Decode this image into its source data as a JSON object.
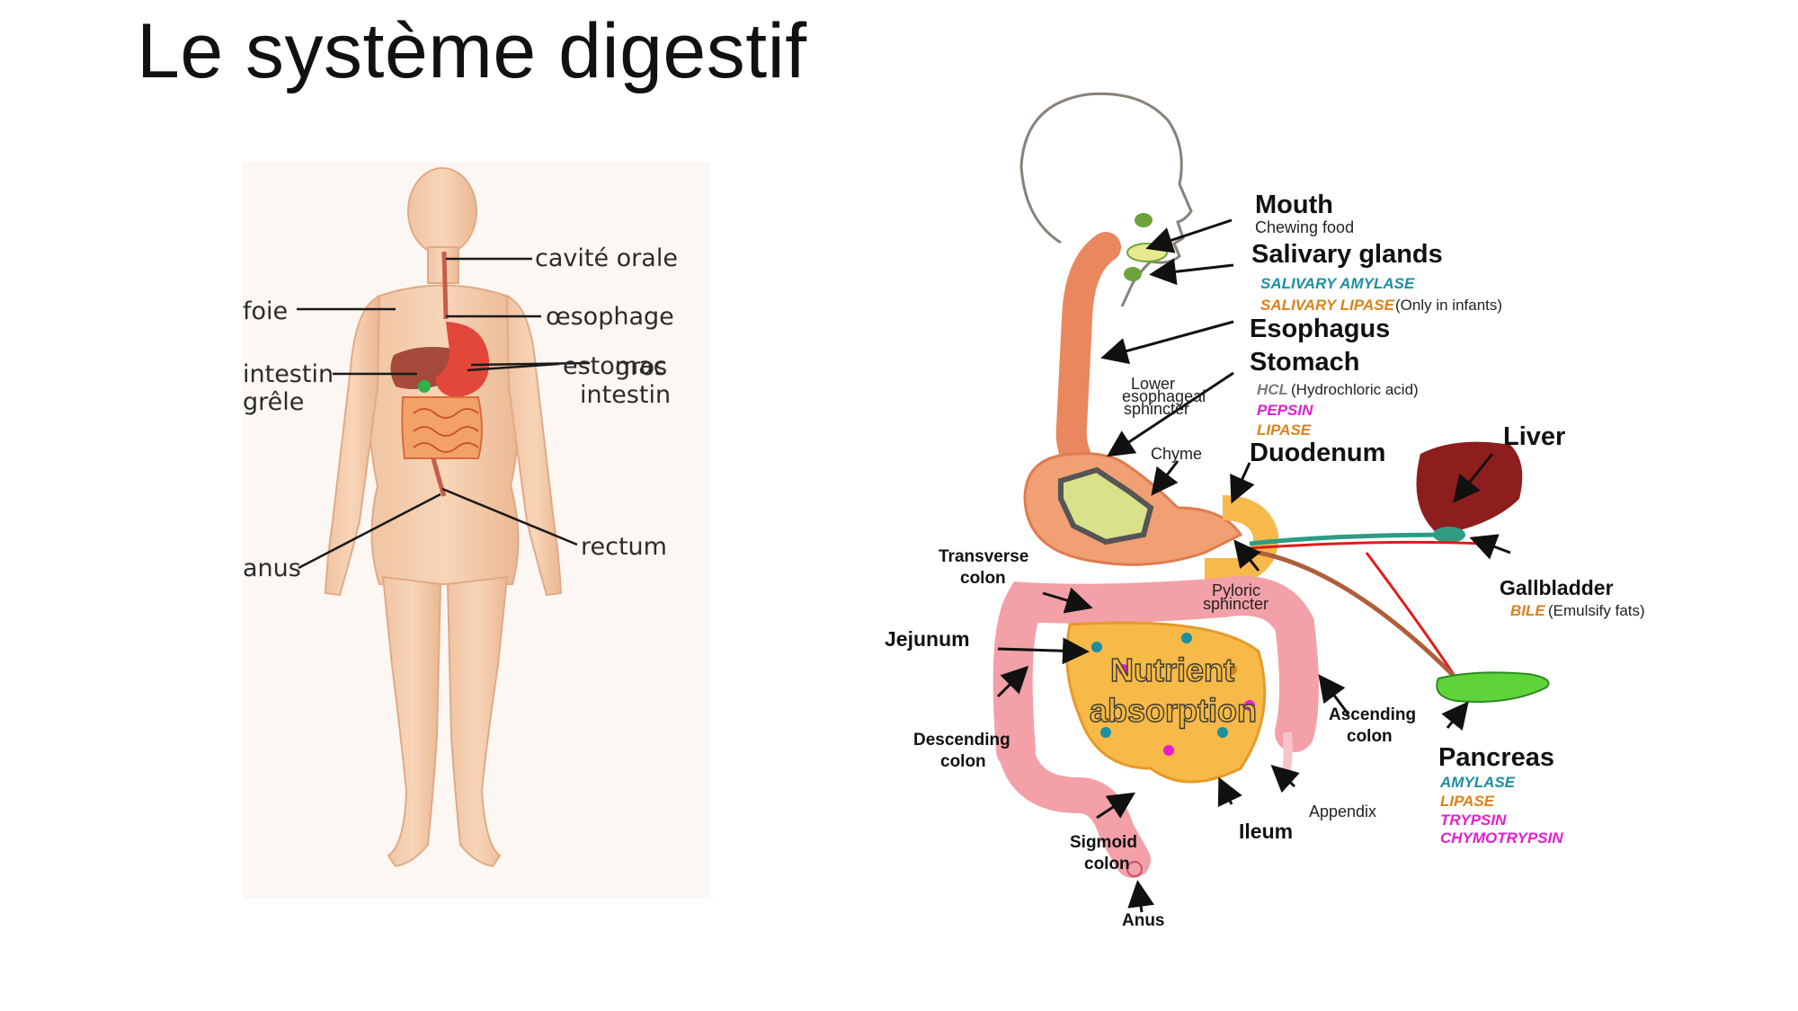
{
  "title": "Le système digestif",
  "left_figure": {
    "labels": {
      "cavite_orale": "cavité orale",
      "oesophage": "œsophage",
      "foie": "foie",
      "estomac": "estomac",
      "intestin_grele_1": "intestin",
      "intestin_grele_2": "grêle",
      "gros_1": "gros",
      "gros_2": "intestin",
      "rectum": "rectum",
      "anus": "anus"
    }
  },
  "right_figure": {
    "mouth": {
      "title": "Mouth",
      "note": "Chewing food"
    },
    "salivary_glands": {
      "title": "Salivary glands",
      "enzyme_1": "SALIVARY AMYLASE",
      "enzyme_2": "SALIVARY LIPASE",
      "enzyme_2_note": "(Only in infants)"
    },
    "esophagus": {
      "title": "Esophagus"
    },
    "stomach": {
      "title": "Stomach",
      "hcl": "HCL",
      "hcl_note": "(Hydrochloric acid)",
      "enzyme_1": "PEPSIN",
      "enzyme_2": "LIPASE"
    },
    "lower_esophageal_sphincter": {
      "line1": "Lower",
      "line2": "esophageal",
      "line3": "sphincter"
    },
    "chyme": "Chyme",
    "duodenum": {
      "title": "Duodenum"
    },
    "liver": {
      "title": "Liver"
    },
    "gallbladder": {
      "title": "Gallbladder",
      "bile": "BILE",
      "bile_note": "(Emulsify fats)"
    },
    "transverse_colon": {
      "line1": "Transverse",
      "line2": "colon"
    },
    "pyloric_sphincter": {
      "line1": "Pyloric",
      "line2": "sphincter"
    },
    "jejunum": "Jejunum",
    "nutrient_absorption": {
      "line1": "Nutrient",
      "line2": "absorption"
    },
    "descending_colon": {
      "line1": "Descending",
      "line2": "colon"
    },
    "ascending_colon": {
      "line1": "Ascending",
      "line2": "colon"
    },
    "appendix": "Appendix",
    "ileum": "Ileum",
    "sigmoid_colon": {
      "line1": "Sigmoid",
      "line2": "colon"
    },
    "anus": "Anus",
    "pancreas": {
      "title": "Pancreas",
      "enzyme_1": "AMYLASE",
      "enzyme_2": "LIPASE",
      "enzyme_3": "TRYPSIN",
      "enzyme_4": "CHYMOTRYPSIN"
    }
  },
  "colors": {
    "teal": "#1b8fa1",
    "orange": "#d9821c",
    "magenta": "#e31fd1",
    "gray": "#7a7a7a",
    "skin": "#f3c19f",
    "colon_pink": "#f3a0a8",
    "small_intestine": "#f7b948",
    "liver": "#8e1d1d",
    "pancreas": "#5ed33a"
  }
}
